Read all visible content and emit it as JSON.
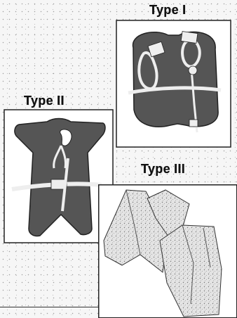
{
  "labels": {
    "type_1": "Type I",
    "type_2": "Type II",
    "type_3": "Type III"
  },
  "colors": {
    "ink": "#111111",
    "vest_fill": "#555555",
    "vest_light": "#e6e6e6",
    "panel_bg": "#ffffff"
  }
}
